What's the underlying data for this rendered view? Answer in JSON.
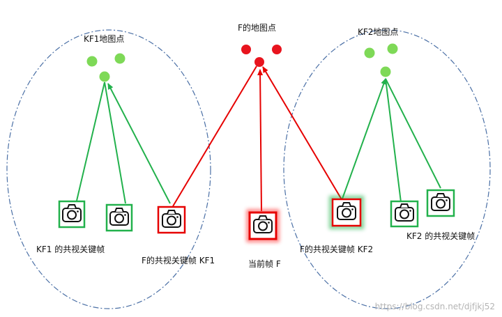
{
  "labels": {
    "kf1_map_points": "KF1地图点",
    "f_map_points": "F的地图点",
    "kf2_map_points": "KF2地图点",
    "kf1_covis": "KF1 的共视关键帧",
    "f_covis_kf1": "F的共视关键帧 KF1",
    "current_frame": "当前帧 F",
    "f_covis_kf2": "F的共视关键帧 KF2",
    "kf2_covis": "KF2 的共视关键帧"
  },
  "watermark": "https://blog.csdn.net/djfjkj52",
  "icons": {
    "camera": "camera-icon"
  },
  "colors": {
    "green": "#22b14c",
    "red": "#e60000",
    "dashed": "#4a6fa5",
    "point_green": "#7ed957",
    "point_red": "#e8141e"
  }
}
